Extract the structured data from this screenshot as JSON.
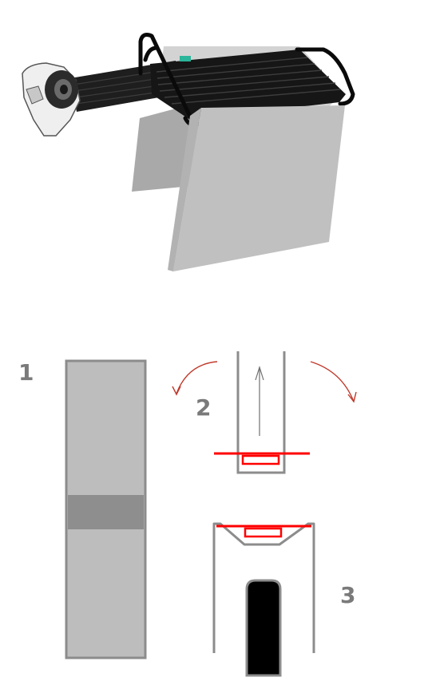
{
  "steps": [
    {
      "label": "1"
    },
    {
      "label": "2"
    },
    {
      "label": "3"
    }
  ],
  "colors": {
    "label": "#7a7a7a",
    "outline": "#8c8c8c",
    "panel_fill": "#bdbdbd",
    "band_fill": "#8e8e8e",
    "clip": "#ff0000",
    "arrow_red": "#c0392b",
    "arrow_gray": "#707070",
    "rail_black": "#000000",
    "light_body": "#1e1e1e"
  },
  "icons": {
    "light_fixture": "aquarium-led-light-icon",
    "fold_left": "curved-arrow-left-icon",
    "fold_right": "curved-arrow-right-icon",
    "insert": "up-arrow-icon"
  }
}
